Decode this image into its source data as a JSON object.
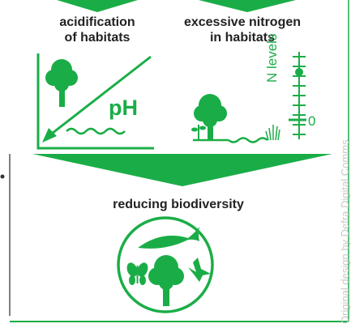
{
  "labels": {
    "acidification": "acidification\nof habitats",
    "nitrogen": "excessive nitrogen\nin habitats",
    "ph": "pH",
    "n_levels": "N levels",
    "zero": "0",
    "reducing": "reducing biodiversity",
    "credit": "Original design by Defra Digital Comms"
  },
  "colors": {
    "green": "#1aad47",
    "text": "#222222",
    "credit": "#c9c9c9"
  },
  "icons": [
    "tree-icon",
    "fish-icon",
    "butterfly-icon",
    "bird-icon",
    "grass-icon",
    "plant-icon",
    "water-icon"
  ]
}
